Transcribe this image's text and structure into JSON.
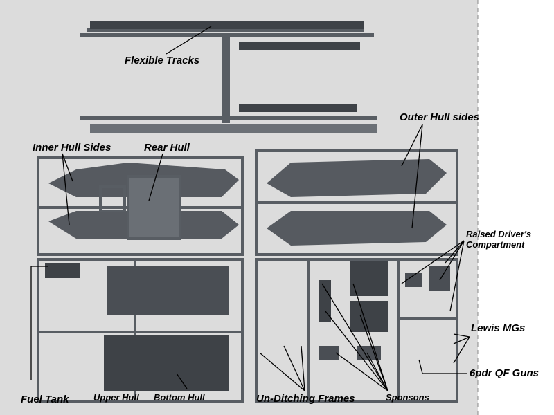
{
  "labels": {
    "flexible_tracks": "Flexible Tracks",
    "outer_hull_sides": "Outer Hull sides",
    "inner_hull_sides": "Inner Hull Sides",
    "rear_hull": "Rear Hull",
    "raised_drivers_line1": "Raised Driver's",
    "raised_drivers_line2": "Compartment",
    "lewis_mgs": "Lewis MGs",
    "guns_6pdr": "6pdr QF Guns",
    "fuel_tank": "Fuel Tank",
    "upper_hull": "Upper Hull",
    "bottom_hull": "Bottom Hull",
    "un_ditching_frames": "Un-Ditching Frames",
    "sponsons": "Sponsons"
  },
  "colors": {
    "background": "#dcdcdc",
    "sprue": "#585d63",
    "part_dark": "#3e4247"
  }
}
